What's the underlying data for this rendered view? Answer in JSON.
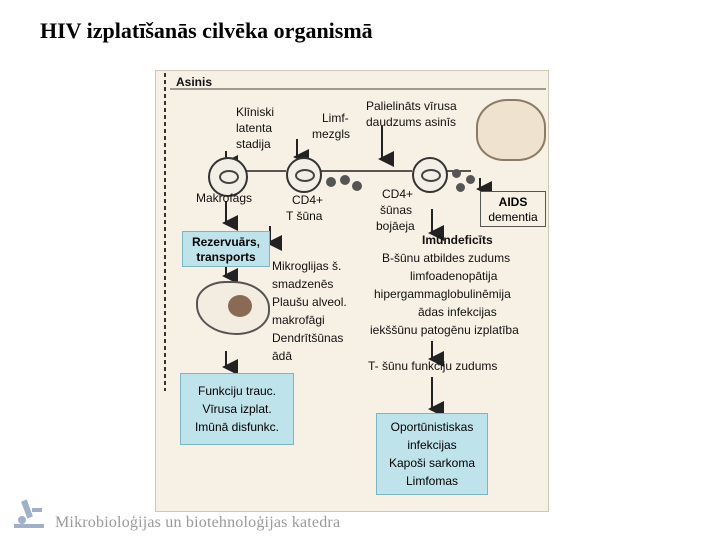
{
  "title": "HIV izplatīšanās cilvēka organismā",
  "footer": "Mikrobioloģijas un biotehnoloģijas katedra",
  "icons": {
    "logo": "microscope-icon",
    "brain": "brain-icon",
    "cell": "virus-cell-icon",
    "tissue": "macrophage-tissue-icon"
  },
  "colors": {
    "box_fill": "#bfe3ea",
    "figure_bg": "#f7f0e4"
  },
  "figure": {
    "blood": "Asinis",
    "clinical": [
      "Klīniski",
      "latenta",
      "stadija"
    ],
    "lymph": [
      "Limf-",
      "mezgls"
    ],
    "viral_increase": [
      "Palielināts vīrusa",
      "daudzums asinīs"
    ],
    "macrophage": "Makrofāgs",
    "cd4_cell": [
      "CD4+",
      "T šūna"
    ],
    "cd4_damage": [
      "CD4+",
      "šūnas",
      "bojāeja"
    ],
    "aids_dementia": [
      "AIDS",
      "dementia"
    ],
    "reservoir": [
      "Rezervuārs,",
      "transports"
    ],
    "microglia": [
      "Mikroglijas š.",
      "smadzenēs",
      "Plaušu alveol.",
      "makrofāgi",
      "Dendrītšūnas",
      "ādā"
    ],
    "immunodeficiency": [
      "Imūndeficīts",
      "B-šūnu atbildes zudums",
      "limfoadenopātija",
      "hipergammaglobulinēmija",
      "ādas infekcijas",
      "iekššūnu patogēnu izplatība"
    ],
    "t_cell_loss": "T- šūnu funkciju zudums",
    "function_box": [
      "Funkciju trauc.",
      "Vīrusa izplat.",
      "Imūnā disfunkc."
    ],
    "opportunistic_box": [
      "Oportūnistiskas",
      "infekcijas",
      "Kapoši sarkoma",
      "Limfomas"
    ]
  }
}
